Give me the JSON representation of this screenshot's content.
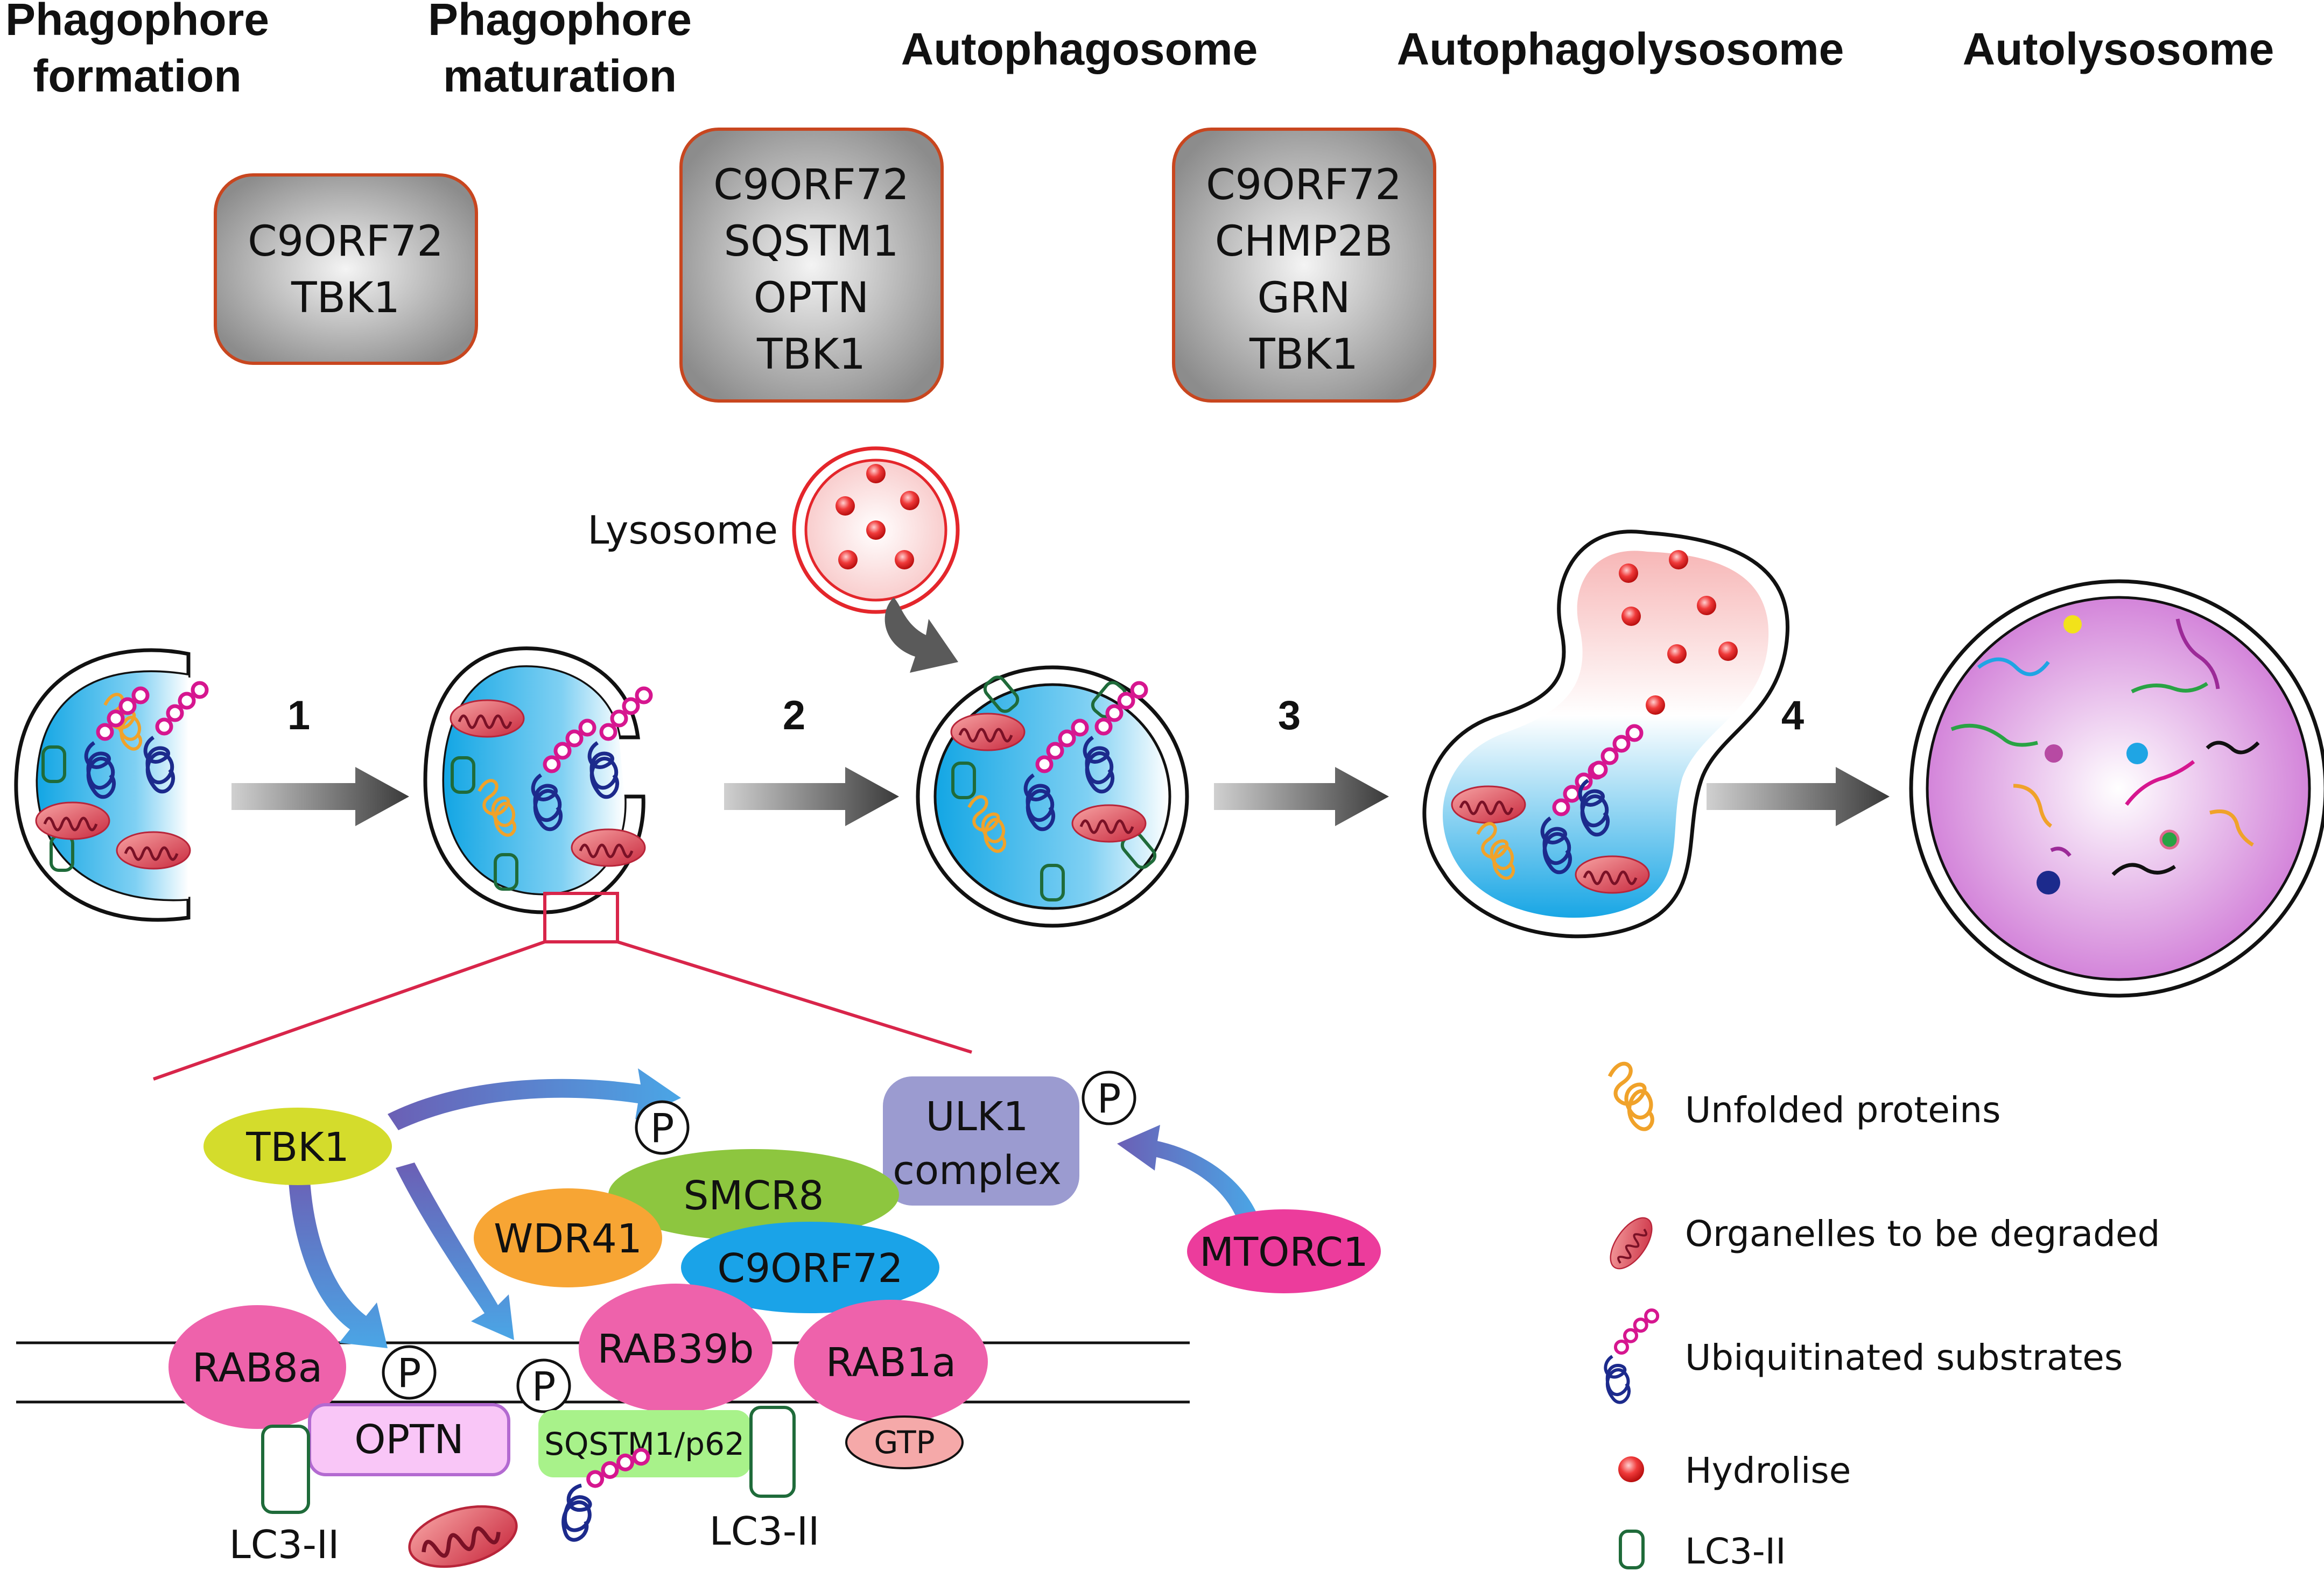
{
  "stages": [
    {
      "line1": "Phagophore",
      "line2": "formation"
    },
    {
      "line1": "Phagophore",
      "line2": "maturation"
    },
    {
      "line1": "Autophagosome",
      "line2": ""
    },
    {
      "line1": "Autophagolysosome",
      "line2": ""
    },
    {
      "line1": "Autolysosome",
      "line2": ""
    }
  ],
  "gene_boxes": [
    {
      "genes": [
        "C9ORF72",
        "TBK1"
      ]
    },
    {
      "genes": [
        "C9ORF72",
        "SQSTM1",
        "OPTN",
        "TBK1"
      ]
    },
    {
      "genes": [
        "C9ORF72",
        "CHMP2B",
        "GRN",
        "TBK1"
      ]
    }
  ],
  "lysosome_label": "Lysosome",
  "steps": [
    "1",
    "2",
    "3",
    "4"
  ],
  "proteins": {
    "tbk1": "TBK1",
    "smcr8": "SMCR8",
    "wdr41": "WDR41",
    "c9orf72": "C9ORF72",
    "ulk1_line1": "ULK1",
    "ulk1_line2": "complex",
    "mtorc1": "MTORC1",
    "rab8a": "RAB8a",
    "rab39b": "RAB39b",
    "rab1a": "RAB1a",
    "gtp": "GTP",
    "optn": "OPTN",
    "sqstm1": "SQSTM1/p62",
    "lc3_left": "LC3-II",
    "lc3_right": "LC3-II",
    "p": "P"
  },
  "legend": [
    {
      "icon": "unfolded-protein-icon",
      "label": "Unfolded proteins"
    },
    {
      "icon": "mitochondrion-icon",
      "label": "Organelles to be degraded"
    },
    {
      "icon": "ubiquitinated-substrate-icon",
      "label": "Ubiquitinated substrates"
    },
    {
      "icon": "hydrolase-icon",
      "label": "Hydrolise"
    },
    {
      "icon": "lc3-icon",
      "label": "LC3-II"
    }
  ],
  "colors": {
    "tbk1": "#d4dc2c",
    "smcr8": "#8dc63f",
    "wdr41": "#f7a534",
    "c9orf72": "#1aa3e8",
    "ulk1": "#9b9bd0",
    "mtorc1": "#ec3c9c",
    "rab": "#ee62ab",
    "gtp": "#f5a9a9",
    "optn": "#f9c6f7",
    "sqstm1": "#a8f28a",
    "gene_box_border": "#c8461f",
    "lysosome": "#e4262b",
    "lc3": "#1f6b3a",
    "ubiquitin": "#d6168f",
    "substrate": "#1c2a8c",
    "unfolded": "#f0a22a",
    "arrow_purple": "#6b5fb5",
    "arrow_blue": "#4aa6e6"
  }
}
